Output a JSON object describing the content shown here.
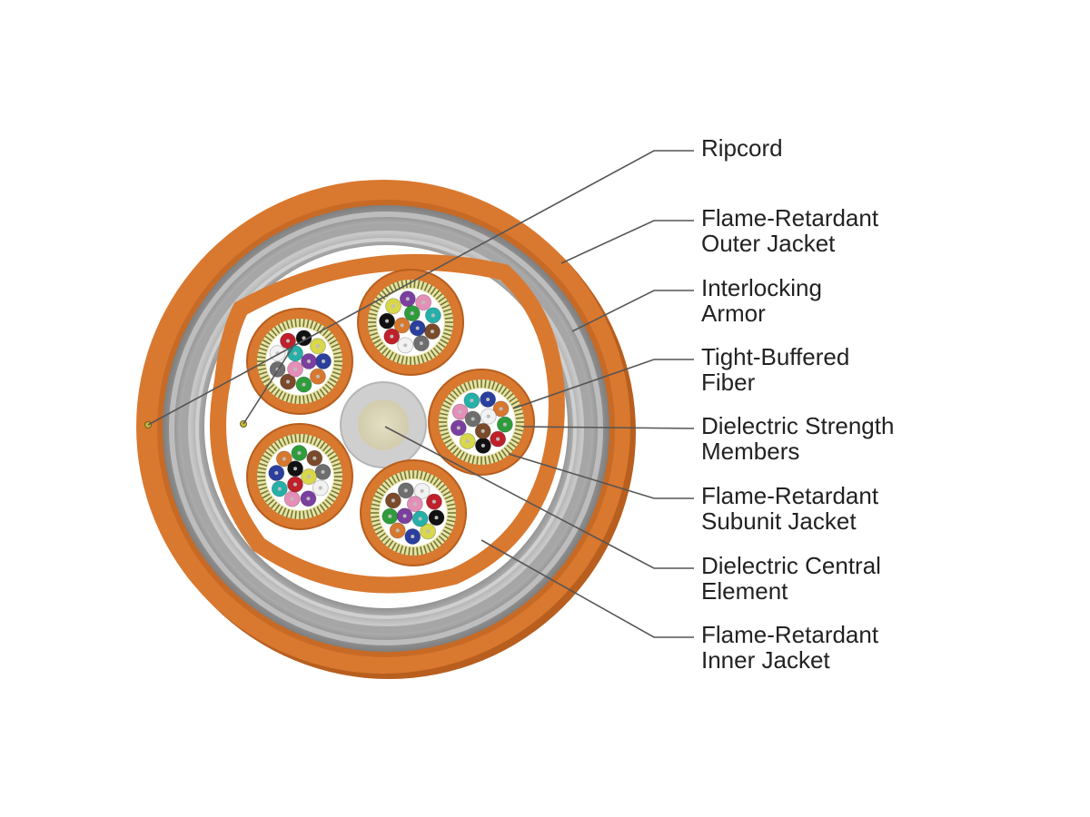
{
  "callouts": [
    {
      "id": "ripcord",
      "lines": [
        "Ripcord"
      ]
    },
    {
      "id": "outer-jacket",
      "lines": [
        "Flame-Retardant",
        "Outer Jacket"
      ]
    },
    {
      "id": "armor",
      "lines": [
        "Interlocking",
        "Armor"
      ]
    },
    {
      "id": "tight-buffered-fiber",
      "lines": [
        "Tight-Buffered",
        "Fiber"
      ]
    },
    {
      "id": "strength-members",
      "lines": [
        "Dielectric Strength",
        "Members"
      ]
    },
    {
      "id": "subunit-jacket",
      "lines": [
        "Flame-Retardant",
        "Subunit Jacket"
      ]
    },
    {
      "id": "central-element",
      "lines": [
        "Dielectric Central",
        "Element"
      ]
    },
    {
      "id": "inner-jacket",
      "lines": [
        "Flame-Retardant",
        "Inner Jacket"
      ]
    }
  ],
  "colors": {
    "jacket_orange": "#d9782f",
    "jacket_orange_dark": "#b85e1e",
    "armor_gray": "#9a9a9a",
    "armor_light": "#c8c8c8",
    "interior_white": "#ffffff",
    "central_gray": "#c9c9c9",
    "central_core": "#dcd6b8",
    "yarn_green": "#6f7a2e",
    "leader_line": "#555555",
    "text": "#222222"
  },
  "fiber_colors": [
    "#2a3f9e",
    "#d8782f",
    "#2f9c3c",
    "#7a4a2a",
    "#6e6e6e",
    "#f2f2f2",
    "#c0202a",
    "#111111",
    "#d8d84a",
    "#7b3fa0",
    "#e58fb8",
    "#25b0a8"
  ]
}
